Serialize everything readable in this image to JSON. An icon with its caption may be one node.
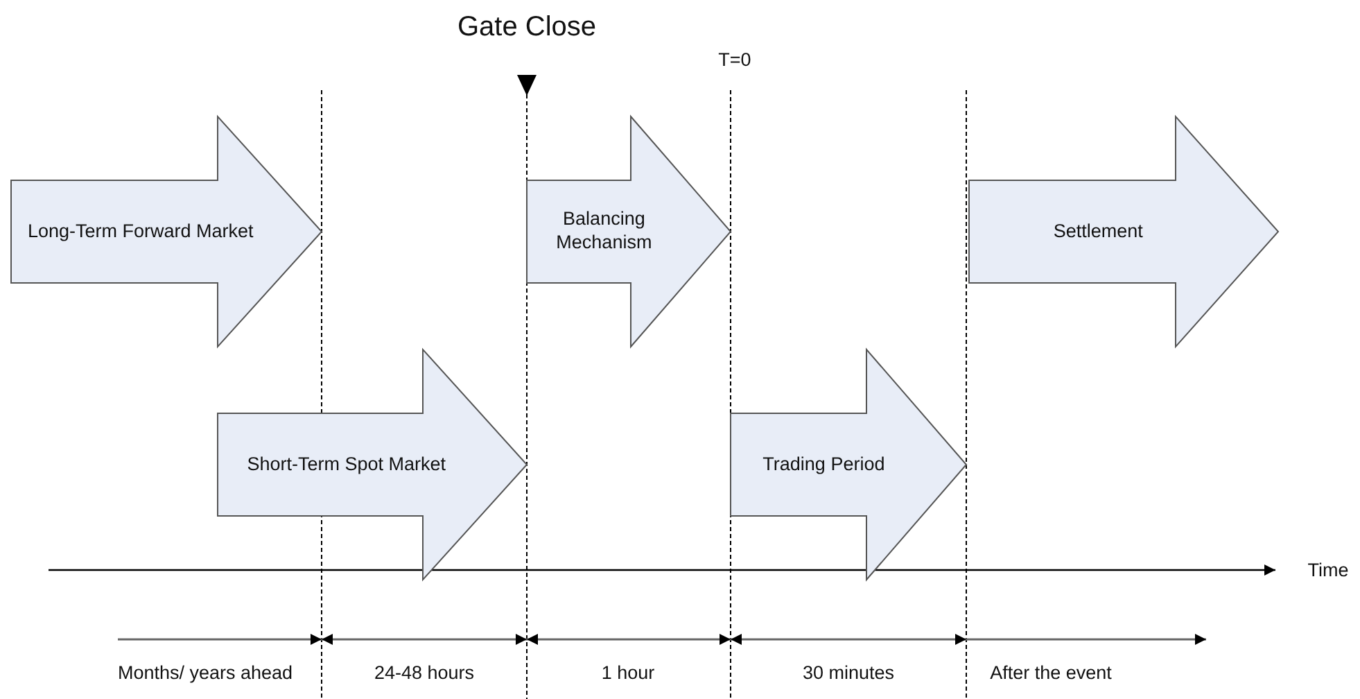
{
  "diagram": {
    "nodes": [
      {
        "text": [
          "Long-Term Forward Market"
        ]
      },
      {
        "text": [
          "Short-Term Spot Market"
        ]
      },
      {
        "text": [
          "Balancing Mechanism"
        ]
      },
      {
        "text": [
          "Trading Period"
        ]
      },
      {
        "text": [
          "Settlement"
        ]
      }
    ],
    "labels": [
      "Gate Close",
      "T=0",
      "Time",
      "Months/ years ahead",
      "24-48 hours",
      "1 hour",
      "30 minutes",
      "After the event"
    ]
  }
}
